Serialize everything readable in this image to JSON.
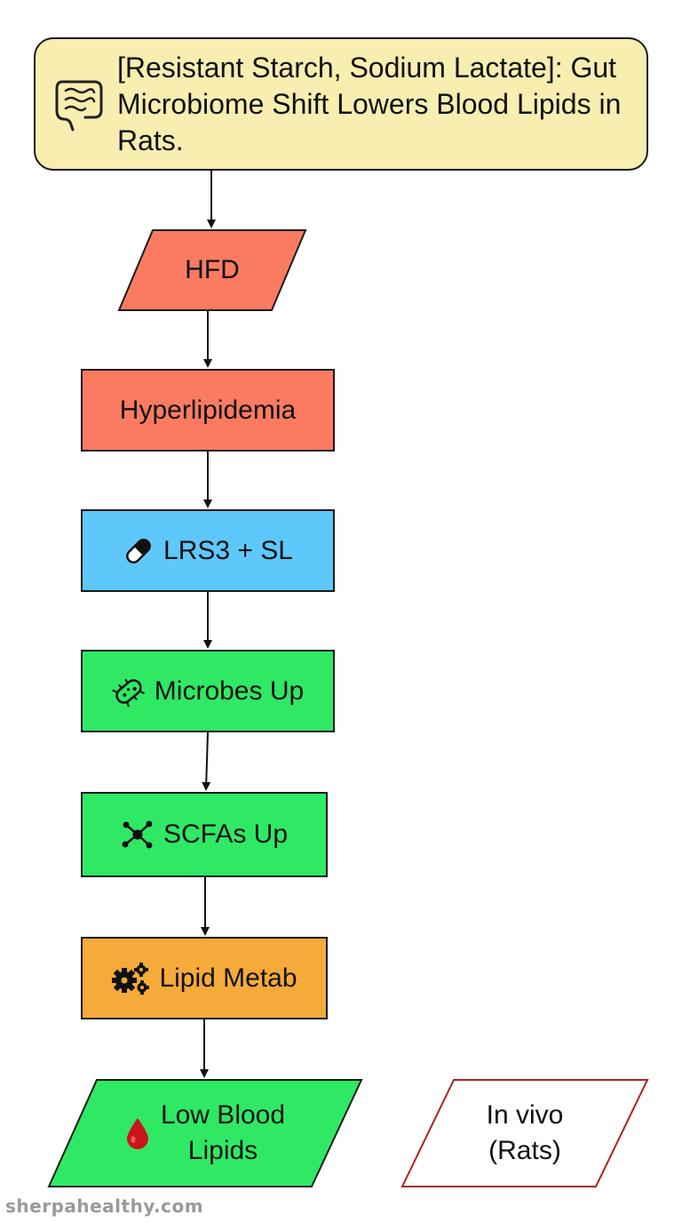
{
  "title": "[Resistant Starch, Sodium Lactate]: Gut Microbiome Shift Lowers Blood Lipids in Rats.",
  "nodes": {
    "hfd": "HFD",
    "hyperlipidemia": "Hyperlipidemia",
    "treatment": "LRS3 + SL",
    "microbes": "Microbes Up",
    "scfas": "SCFAs Up",
    "lipid_metab": "Lipid Metab",
    "low_blood_lipids": [
      "Low Blood",
      "Lipids"
    ],
    "in_vivo": [
      "In vivo",
      "(Rats)"
    ]
  },
  "icons": {
    "title": "intestine-icon",
    "treatment": "pill-icon",
    "microbes": "bacteria-icon",
    "scfas": "molecule-icon",
    "lipid_metab": "gears-icon",
    "low_blood_lipids": "blood-drop-icon"
  },
  "colors": {
    "title_fill": "#f7eeb0",
    "red_fill": "#fa7b62",
    "blue_fill": "#5ec8fb",
    "green_fill": "#2fe965",
    "orange_fill": "#f5aa3a",
    "context_border": "#b02020"
  },
  "watermark": "sherpahealthy.com"
}
